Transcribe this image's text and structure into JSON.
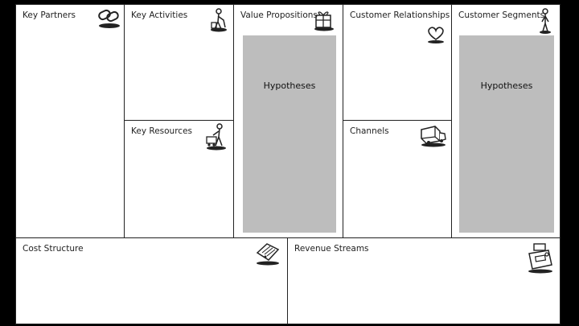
{
  "canvas": {
    "key_partners": {
      "label": "Key Partners",
      "icon": "chain-links-icon"
    },
    "key_activities": {
      "label": "Key Activities",
      "icon": "worker-vacuum-icon"
    },
    "key_resources": {
      "label": "Key Resources",
      "icon": "worker-cart-icon"
    },
    "value_propositions": {
      "label": "Value Propositions",
      "icon": "gift-box-icon",
      "note": "Hypotheses"
    },
    "customer_relationships": {
      "label": "Customer Relationships",
      "icon": "heart-icon"
    },
    "channels": {
      "label": "Channels",
      "icon": "delivery-truck-icon"
    },
    "customer_segments": {
      "label": "Customer Segments",
      "icon": "person-icon",
      "note": "Hypotheses"
    },
    "cost_structure": {
      "label": "Cost Structure",
      "icon": "price-tag-icon"
    },
    "revenue_streams": {
      "label": "Revenue Streams",
      "icon": "cash-register-icon"
    }
  },
  "colors": {
    "background": "#000000",
    "board": "#ffffff",
    "hypotheses_fill": "#bdbdbd",
    "border": "#222222"
  }
}
